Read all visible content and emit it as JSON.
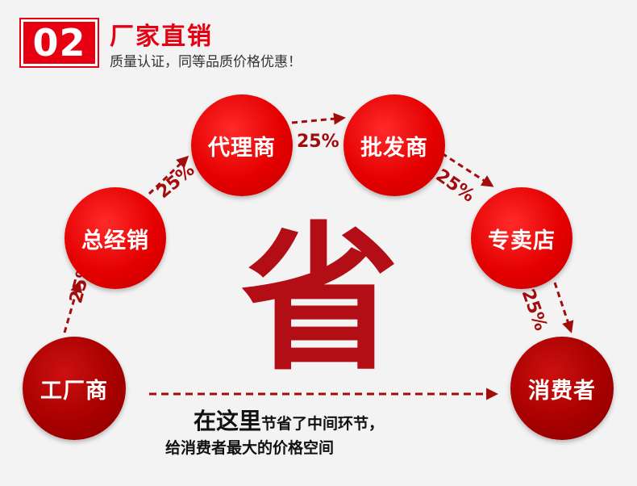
{
  "header": {
    "number": "02",
    "title": "厂家直销",
    "subtitle": "质量认证，同等品质价格优惠！"
  },
  "nodes": {
    "factory": "工厂商",
    "general": "总经销",
    "agent": "代理商",
    "wholesale": "批发商",
    "store": "专卖店",
    "consumer": "消费者"
  },
  "markups": {
    "factory_to_general": "25%",
    "general_to_agent": "25%",
    "agent_to_wholesale": "25%",
    "wholesale_to_store": "25%",
    "store_to_consumer": "25%"
  },
  "center_char": "省",
  "bottom": {
    "emphasis": "在这里",
    "rest": "节省了中间环节，",
    "line2": "给消费者最大的价格空间"
  },
  "colors": {
    "brand_red": "#e60012",
    "node_red": "#e40000",
    "node_dark": "#a80000",
    "arrow": "#a30c0c",
    "center_char": "#b30d16"
  }
}
